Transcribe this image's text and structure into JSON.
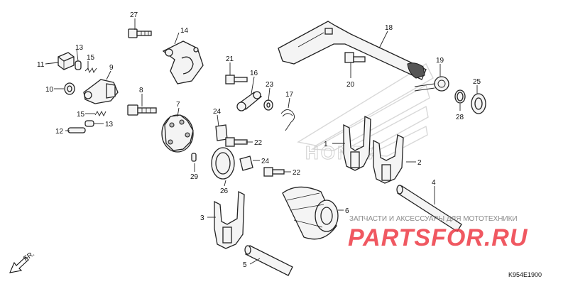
{
  "diagram_code": "K954E1900",
  "watermark": {
    "caption": "ЗАПЧАСТИ И АКСЕССУАРЫ ДЛЯ МОТОТЕХНИКИ",
    "logo": "PARTSFOR.RU",
    "color": "#ee3b46"
  },
  "direction_marker": {
    "label": "FR.",
    "icon": "arrow-down-left-icon"
  },
  "callouts": {
    "c1": "1",
    "c2": "2",
    "c3": "3",
    "c4": "4",
    "c5": "5",
    "c6": "6",
    "c7": "7",
    "c8": "8",
    "c9": "9",
    "c10": "10",
    "c11": "11",
    "c12": "12",
    "c13a": "13",
    "c13b": "13",
    "c14": "14",
    "c15a": "15",
    "c15b": "15",
    "c16": "16",
    "c17": "17",
    "c18": "18",
    "c19": "19",
    "c20": "20",
    "c21": "21",
    "c22a": "22",
    "c22b": "22",
    "c23": "23",
    "c24a": "24",
    "c24b": "24",
    "c25": "25",
    "c26": "26",
    "c27": "27",
    "c28": "28",
    "c29": "29"
  },
  "background_mark": "HONDA"
}
